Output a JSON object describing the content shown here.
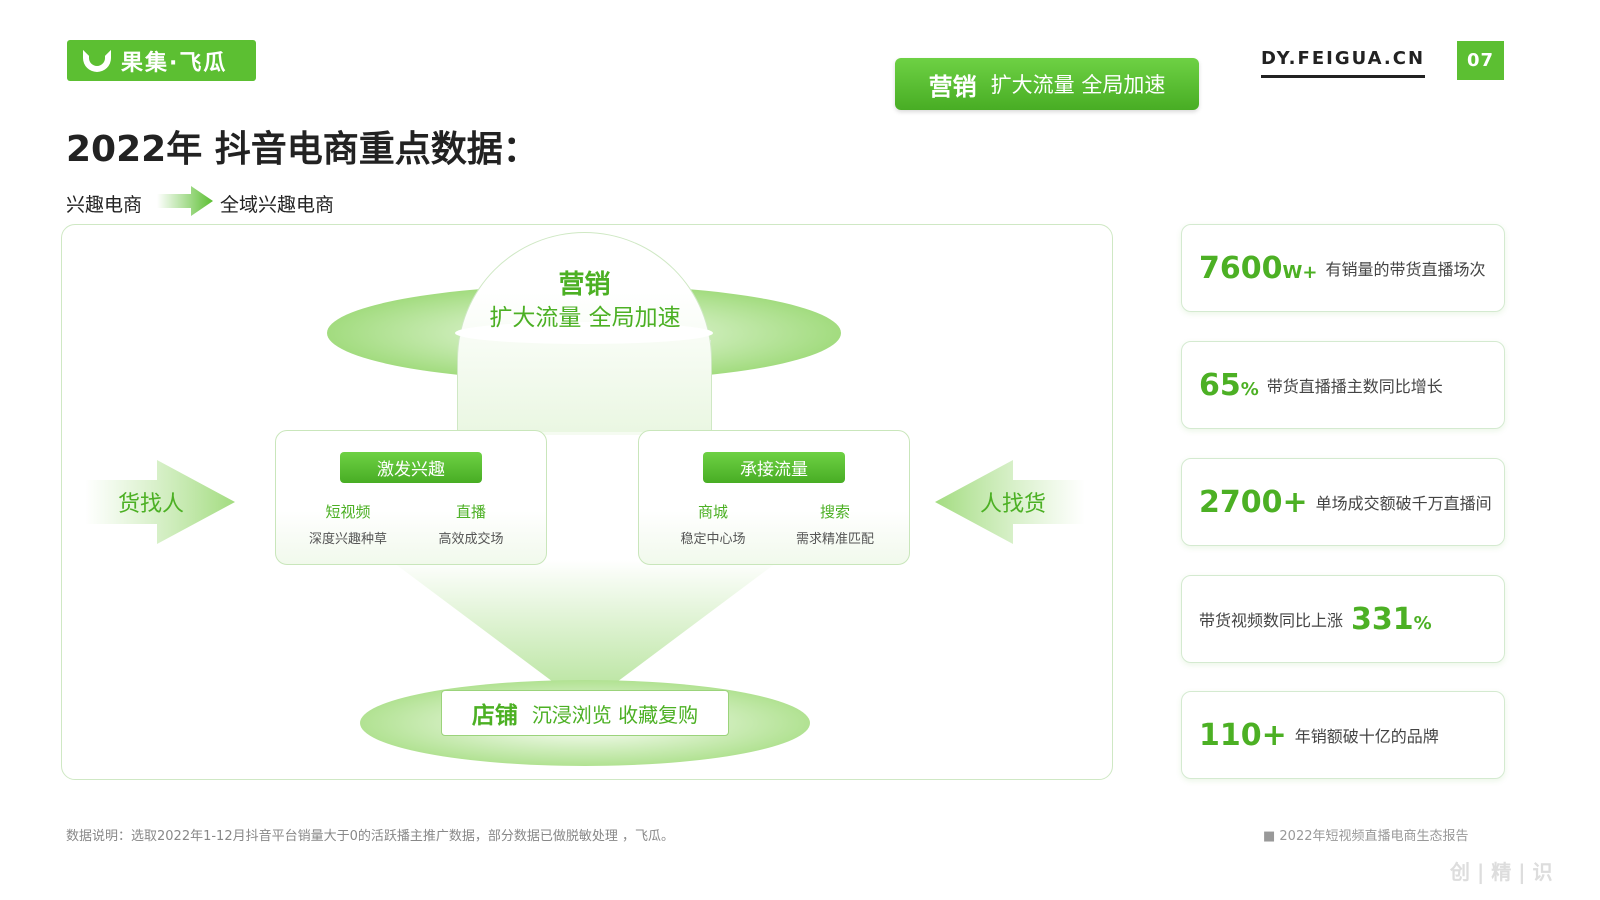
{
  "logo": {
    "text": "果集·飞瓜"
  },
  "header": {
    "badge_main": "营销",
    "badge_sub": "扩大流量 全局加速",
    "site": "DY.FEIGUA.CN",
    "page": "07"
  },
  "title": "2022年 抖音电商重点数据：",
  "subtitle": {
    "from": "兴趣电商",
    "to": "全域兴趣电商"
  },
  "diagram": {
    "top_title": "营销",
    "top_sub": "扩大流量 全局加速",
    "left_arrow": "货找人",
    "right_arrow": "人找货",
    "box_left": {
      "header": "激发兴趣",
      "cols": [
        {
          "title": "短视频",
          "desc": "深度兴趣种草"
        },
        {
          "title": "直播",
          "desc": "高效成交场"
        }
      ]
    },
    "box_right": {
      "header": "承接流量",
      "cols": [
        {
          "title": "商城",
          "desc": "稳定中心场"
        },
        {
          "title": "搜索",
          "desc": "需求精准匹配"
        }
      ]
    },
    "bottom_title": "店铺",
    "bottom_sub": "沉浸浏览 收藏复购"
  },
  "stats": [
    {
      "num": "7600",
      "unit": "W+",
      "desc": "有销量的带货直播场次"
    },
    {
      "num": "65",
      "unit": "%",
      "desc": "带货直播播主数同比增长"
    },
    {
      "num": "2700+",
      "unit": "",
      "desc": "单场成交额破千万直播间"
    },
    {
      "pre": "带货视频数同比上涨",
      "num": "331",
      "unit": "%"
    },
    {
      "num": "110+",
      "unit": "",
      "desc": "年销额破十亿的品牌"
    }
  ],
  "footer": {
    "note": "数据说明：选取2022年1-12月抖音平台销量大于0的活跃播主推广数据，部分数据已做脱敏处理 ，飞瓜。",
    "report": "■ 2022年短视频直播电商生态报告",
    "watermark": "创 | 精 | 识"
  },
  "colors": {
    "accent": "#5cbf32"
  }
}
